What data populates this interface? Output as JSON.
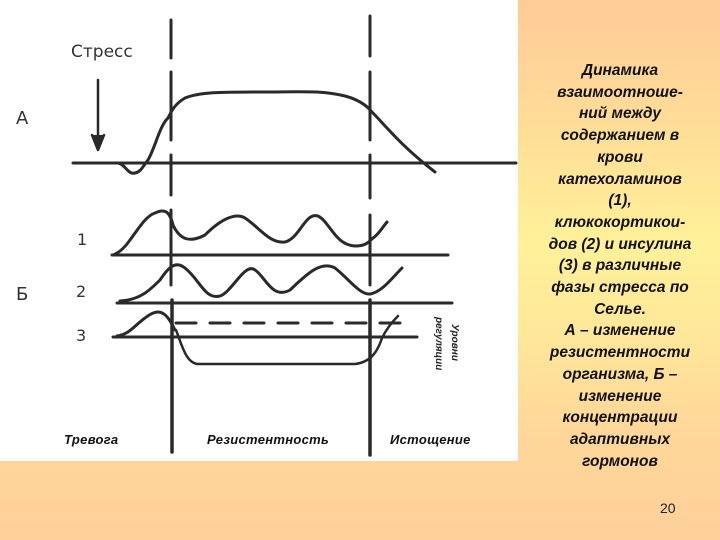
{
  "slide": {
    "page_number": "20",
    "background_colors": {
      "top": "#ffcb98",
      "middle": "#fff199",
      "bottom": "#ffd09a"
    }
  },
  "figure": {
    "stress_label": "Стресс",
    "section_a_label": "А",
    "section_b_label": "Б",
    "curve_labels": [
      "1",
      "2",
      "3"
    ],
    "regulation_label": [
      "Уровни",
      "регуляции"
    ],
    "phases": [
      "Тревога",
      "Резистентность",
      "Истощение"
    ]
  },
  "caption": {
    "lines": [
      "Динамика",
      "взаимоотноше-",
      "ний между",
      "содержанием в",
      "крови",
      "катехоламинов",
      "(1),",
      "клюкокортикои-",
      "дов (2) и инсулина",
      "(3) в различные",
      "фазы стресса по",
      "Селье.",
      "А – изменение",
      "резистентности",
      "организма, Б –",
      "изменение",
      "концентрации",
      "адаптивных",
      "гормонов"
    ]
  }
}
